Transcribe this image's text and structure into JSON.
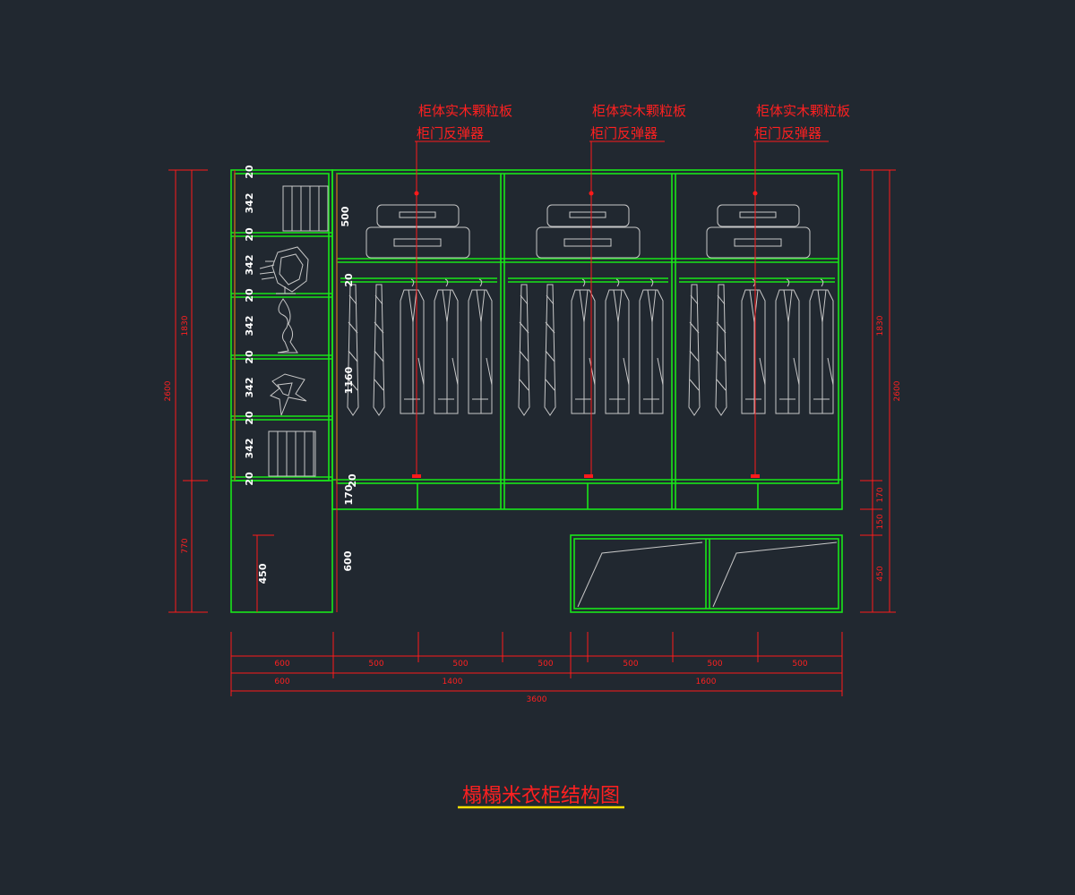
{
  "drawing": {
    "title": "榻榻米衣柜结构图",
    "callouts": [
      {
        "line1": "柜体实木颗粒板",
        "line2": "柜门反弹器"
      },
      {
        "line1": "柜体实木颗粒板",
        "line2": "柜门反弹器"
      },
      {
        "line1": "柜体实木颗粒板",
        "line2": "柜门反弹器"
      }
    ],
    "left_outer_dims": [
      "2600"
    ],
    "left_inner_dims": [
      "1830",
      "770"
    ],
    "right_outer_dims": [
      "2600"
    ],
    "right_inner_dims": [
      "1830",
      "170",
      "150",
      "450"
    ],
    "shelf_dims": [
      "20",
      "342",
      "20",
      "342",
      "20",
      "342",
      "20",
      "342",
      "20",
      "342",
      "20"
    ],
    "cabinet_dims": [
      "500",
      "20",
      "1160",
      "20",
      "170"
    ],
    "lower_dims": [
      "450",
      "600"
    ],
    "bottom_row1": [
      "600",
      "500",
      "500",
      "500",
      "500",
      "500",
      "500"
    ],
    "bottom_row2": [
      "600",
      "1400",
      "1600"
    ],
    "bottom_row3": [
      "3600"
    ],
    "colors": {
      "background": "#212830",
      "frame": "#19e619",
      "dimension": "#ff1a1a",
      "figure": "#c8c8c8",
      "underline": "#ffe000"
    }
  }
}
